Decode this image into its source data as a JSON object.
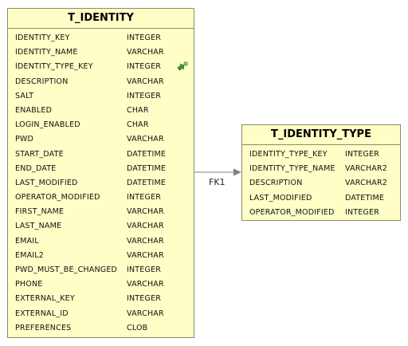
{
  "entities": {
    "t_identity": {
      "name": "T_IDENTITY",
      "columns": [
        {
          "name": "IDENTITY_KEY",
          "type": "INTEGER"
        },
        {
          "name": "IDENTITY_NAME",
          "type": "VARCHAR"
        },
        {
          "name": "IDENTITY_TYPE_KEY",
          "type": "INTEGER",
          "fk": true
        },
        {
          "name": "DESCRIPTION",
          "type": "VARCHAR"
        },
        {
          "name": "SALT",
          "type": "INTEGER"
        },
        {
          "name": "ENABLED",
          "type": "CHAR"
        },
        {
          "name": "LOGIN_ENABLED",
          "type": "CHAR"
        },
        {
          "name": "PWD",
          "type": "VARCHAR"
        },
        {
          "name": "START_DATE",
          "type": "DATETIME"
        },
        {
          "name": "END_DATE",
          "type": "DATETIME"
        },
        {
          "name": "LAST_MODIFIED",
          "type": "DATETIME"
        },
        {
          "name": "OPERATOR_MODIFIED",
          "type": "INTEGER"
        },
        {
          "name": "FIRST_NAME",
          "type": "VARCHAR"
        },
        {
          "name": "LAST_NAME",
          "type": "VARCHAR"
        },
        {
          "name": "EMAIL",
          "type": "VARCHAR"
        },
        {
          "name": "EMAIL2",
          "type": "VARCHAR"
        },
        {
          "name": "PWD_MUST_BE_CHANGED",
          "type": "INTEGER"
        },
        {
          "name": "PHONE",
          "type": "VARCHAR"
        },
        {
          "name": "EXTERNAL_KEY",
          "type": "INTEGER"
        },
        {
          "name": "EXTERNAL_ID",
          "type": "VARCHAR"
        },
        {
          "name": "PREFERENCES",
          "type": "CLOB"
        }
      ]
    },
    "t_identity_type": {
      "name": "T_IDENTITY_TYPE",
      "columns": [
        {
          "name": "IDENTITY_TYPE_KEY",
          "type": "INTEGER"
        },
        {
          "name": "IDENTITY_TYPE_NAME",
          "type": "VARCHAR2"
        },
        {
          "name": "DESCRIPTION",
          "type": "VARCHAR2"
        },
        {
          "name": "LAST_MODIFIED",
          "type": "DATETIME"
        },
        {
          "name": "OPERATOR_MODIFIED",
          "type": "INTEGER"
        }
      ]
    }
  },
  "relationship": {
    "label": "FK1"
  },
  "icons": {
    "fk": "foreign-key-icon"
  },
  "colors": {
    "entity_fill": "#fefec6",
    "entity_border": "#8c8c6a",
    "connector": "#808080",
    "fk_icon": "#3a9a2a"
  }
}
